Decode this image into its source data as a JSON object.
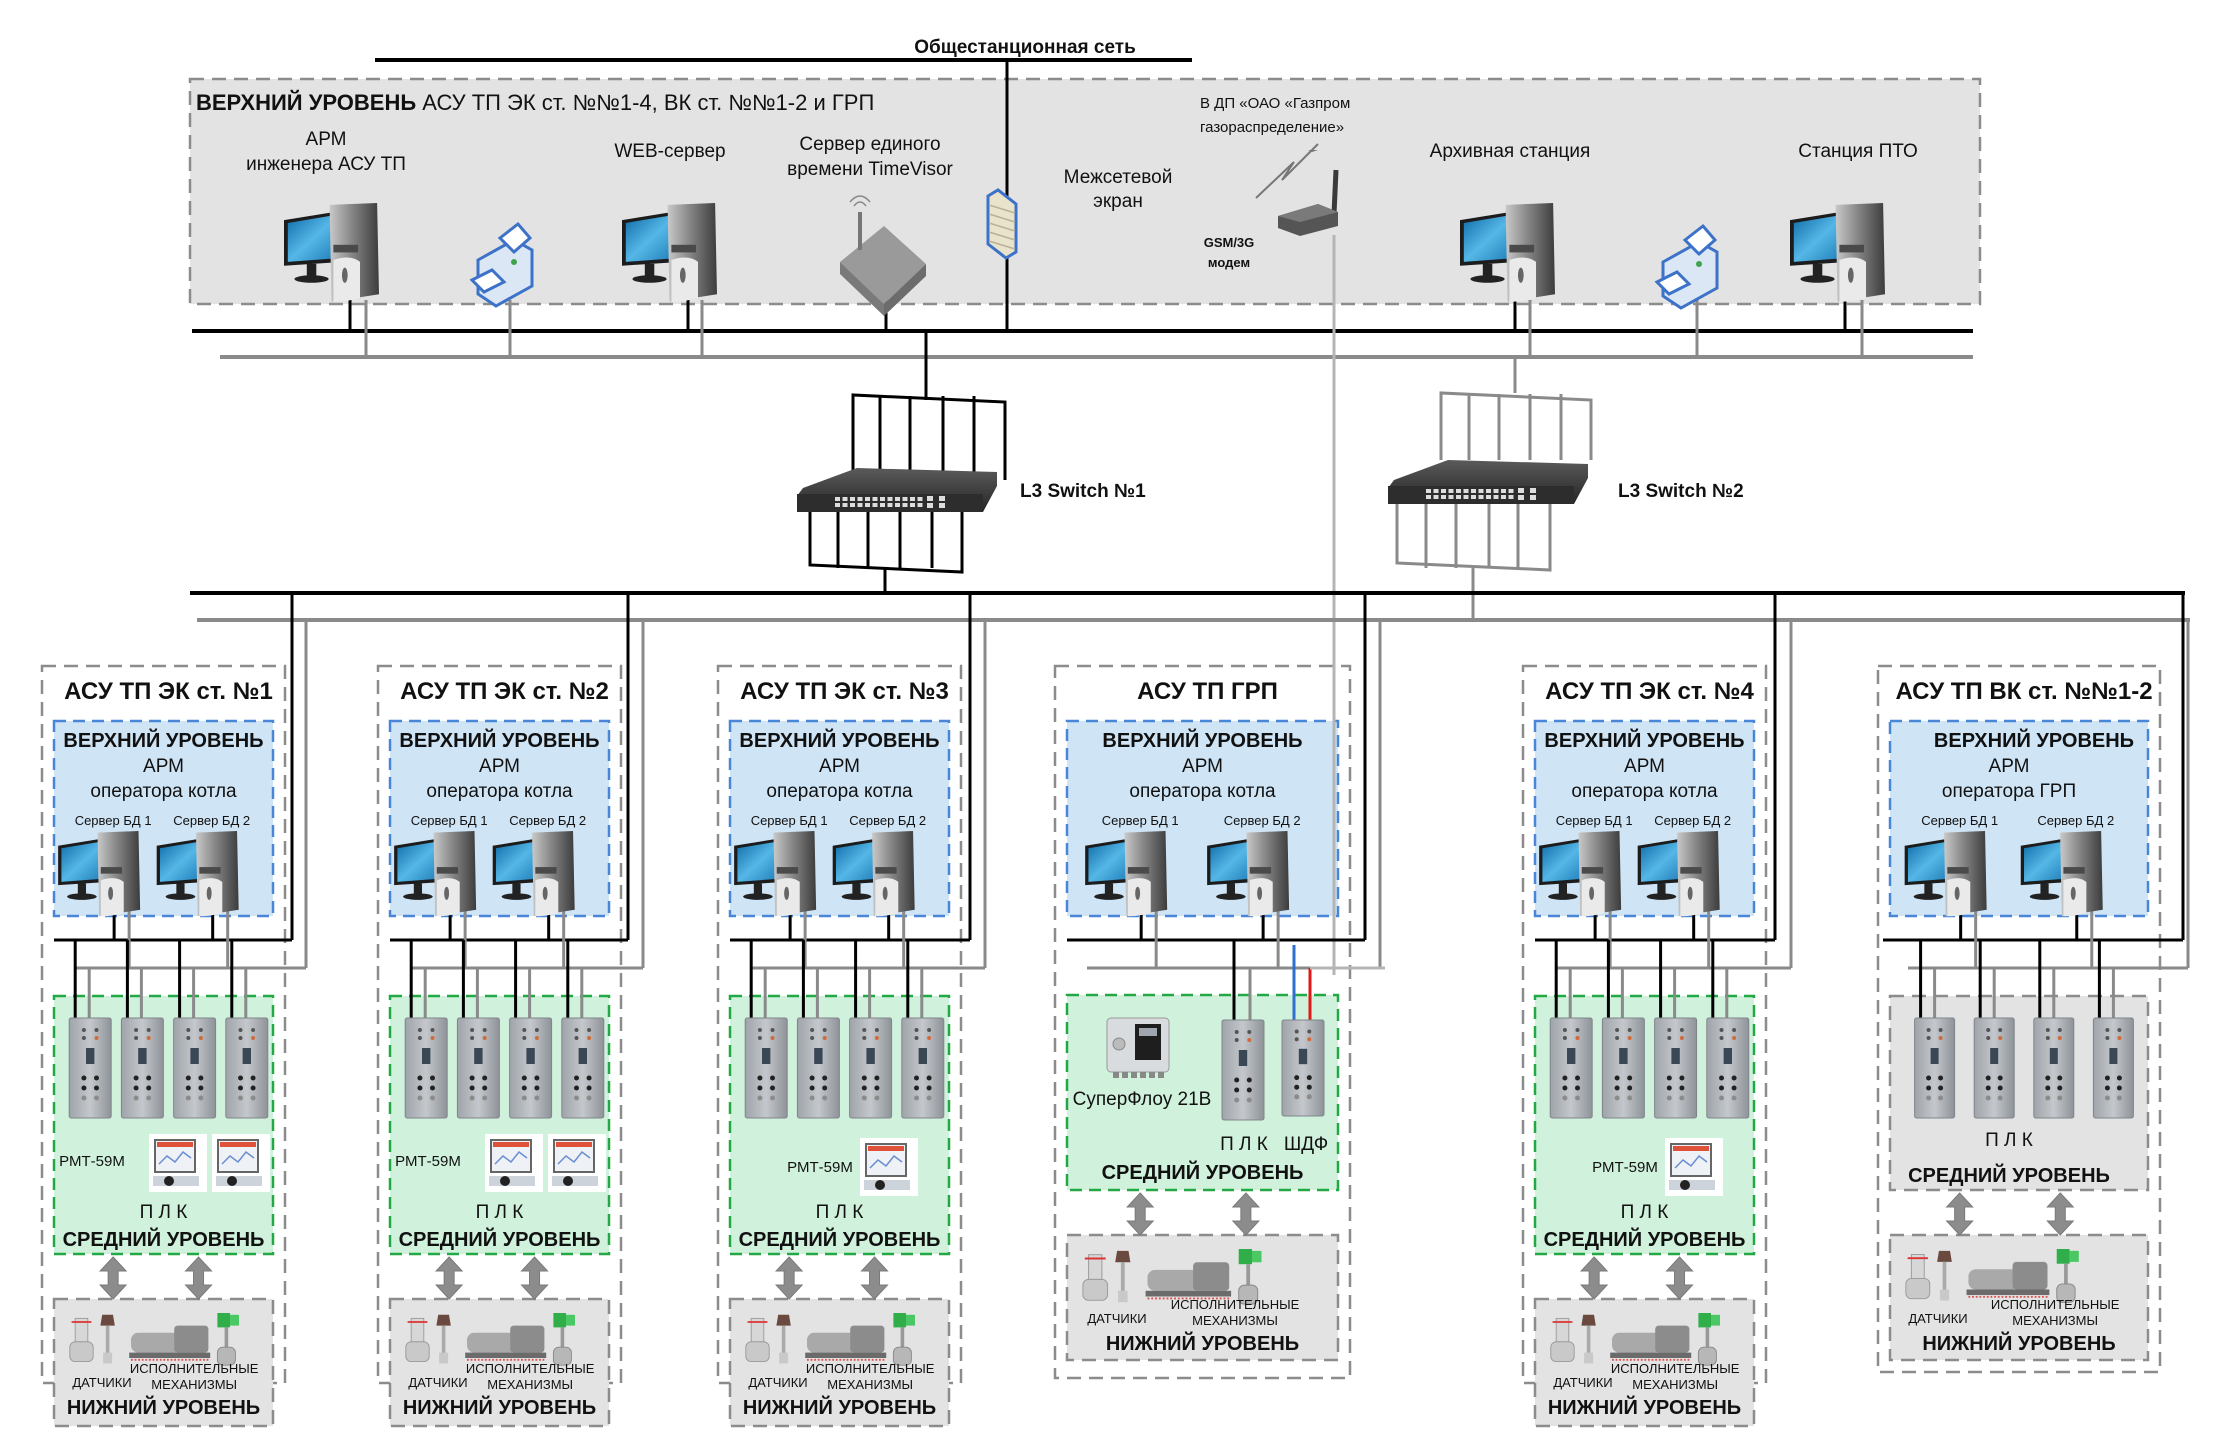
{
  "network": {
    "label": "Общестанционная сеть"
  },
  "top_level": {
    "title_bold": "ВЕРХНИЙ УРОВЕНЬ",
    "title_rest": " АСУ ТП ЭК ст. №№1-4, ВК ст. №№1-2 и ГРП",
    "devices": [
      {
        "id": "arm-engineer",
        "type": "pc",
        "label": [
          "АРМ",
          "инженера АСУ ТП"
        ]
      },
      {
        "id": "printer-1",
        "type": "printer",
        "label": []
      },
      {
        "id": "web-server",
        "type": "pc",
        "label": [
          "WEB-сервер"
        ]
      },
      {
        "id": "time-server",
        "type": "time-server",
        "label": [
          "Сервер единого",
          "времени TimeVisor"
        ]
      },
      {
        "id": "firewall",
        "type": "firewall",
        "label": [
          "Межсетевой",
          "экран"
        ]
      },
      {
        "id": "gsm-modem",
        "type": "modem",
        "label": [
          "GSM/3G",
          "модем"
        ],
        "uplink": [
          "В ДП  «ОАО «Газпром",
          "газораспределение»"
        ]
      },
      {
        "id": "archive-station",
        "type": "pc",
        "label": [
          "Архивная станция"
        ]
      },
      {
        "id": "printer-2",
        "type": "printer",
        "label": []
      },
      {
        "id": "pto-station",
        "type": "pc",
        "label": [
          "Станция ПТО"
        ]
      }
    ]
  },
  "switches": [
    {
      "id": "switch-1",
      "label": "L3 Switch №1",
      "color": "#000000"
    },
    {
      "id": "switch-2",
      "label": "L3 Switch №2",
      "color": "#8a8a8a"
    }
  ],
  "common": {
    "upper_level": "ВЕРХНИЙ УРОВЕНЬ",
    "arm": "АРМ",
    "server1": "Сервер БД 1",
    "server2": "Сервер БД 2",
    "plc": "П Л К",
    "middle_level": "СРЕДНИЙ УРОВЕНЬ",
    "lower_level": "НИЖНИЙ УРОВЕНЬ",
    "sensors": "ДАТЧИКИ",
    "actuators": [
      "ИСПОЛНИТЕЛЬНЫЕ",
      "МЕХАНИЗМЫ"
    ],
    "rmt": "РМТ-59М"
  },
  "stations": [
    {
      "id": "ek-1",
      "title": "АСУ ТП ЭК ст. №1",
      "operator": "оператора котла",
      "middle": "plc4",
      "rmt_count": 2
    },
    {
      "id": "ek-2",
      "title": "АСУ ТП ЭК ст. №2",
      "operator": "оператора котла",
      "middle": "plc4",
      "rmt_count": 2
    },
    {
      "id": "ek-3",
      "title": "АСУ ТП ЭК ст. №3",
      "operator": "оператора котла",
      "middle": "plc4",
      "rmt_count": 1
    },
    {
      "id": "grp",
      "title": "АСУ ТП ГРП",
      "operator": "оператора котла",
      "middle": "grp",
      "superflow": "СуперФлоу 21В",
      "shdf": "ШДФ"
    },
    {
      "id": "ek-4",
      "title": "АСУ ТП ЭК ст. №4",
      "operator": "оператора котла",
      "middle": "plc4",
      "rmt_count": 1
    },
    {
      "id": "vk-1-2",
      "title": "АСУ ТП ВК ст. №№1-2",
      "operator": "оператора ГРП",
      "middle": "plc4gray",
      "rmt_count": 0
    }
  ],
  "colors": {
    "top_box_fill": "#e3e3e3",
    "upper_fill": "#cfe5f6",
    "middle_fill": "#d0f2dc",
    "lower_fill": "#e3e3e3",
    "link_blue": "#2f6fd0",
    "link_red": "#e01818"
  }
}
